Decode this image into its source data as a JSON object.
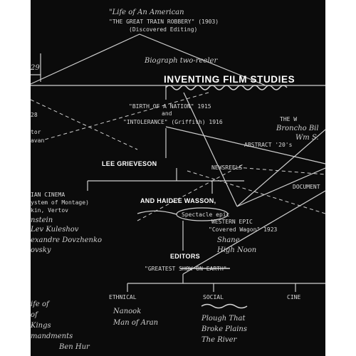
{
  "cover": {
    "title": "INVENTING FILM STUDIES",
    "author_line_1": "LEE GRIEVESON",
    "author_line_2": "AND HAIDEE WASSON,",
    "role": "EDITORS"
  },
  "notes": {
    "life": "\"Life of An American",
    "train": "\"THE GREAT TRAIN ROBBERY\" (1903)",
    "discovered": "(Discovered Editing)",
    "biograph": "Biograph two-reeler",
    "birth": "\"BIRTH OF A NATION\" 1915",
    "and": "and",
    "intolerance": "\"INTOLERANCE\" (Griffith) 1916",
    "abstract": "ABSTRACT '20's",
    "newsreels": "NEWSREELS",
    "docum": "DOCUMENT",
    "the_w": "THE W",
    "broncho": "Broncho Bil",
    "wms": "Wm S.",
    "russian": "IAN CINEMA",
    "montage": "ystem of Montage)",
    "vertov": "kin, Vertov",
    "h1": "nstein",
    "h2": "Lev Kuleshov",
    "h3": "exandre Dovzhenko",
    "h4": "ovsky",
    "spectacle": "Spectacle epic",
    "western": "WESTERN EPIC",
    "wagon": "\"Covered Wagon\" 1923",
    "shane": "Shane",
    "highnoon": "High Noon",
    "show": "\"GREATEST SHOW ON EARTH\"",
    "ethnical": "ETHNICAL",
    "nanook": "Nanook",
    "aran": "Man of Aran",
    "social": "SOCIAL",
    "plough": "Plough That",
    "broke": "Broke Plains",
    "river": "The River",
    "cine": "CINE",
    "left1": "ife of",
    "left2": "of",
    "left3": "Kings",
    "left4": "mandments",
    "left5": "Ben Hur",
    "l28": "28",
    "l29": "29",
    "tor": "tor",
    "avan": "avan"
  }
}
